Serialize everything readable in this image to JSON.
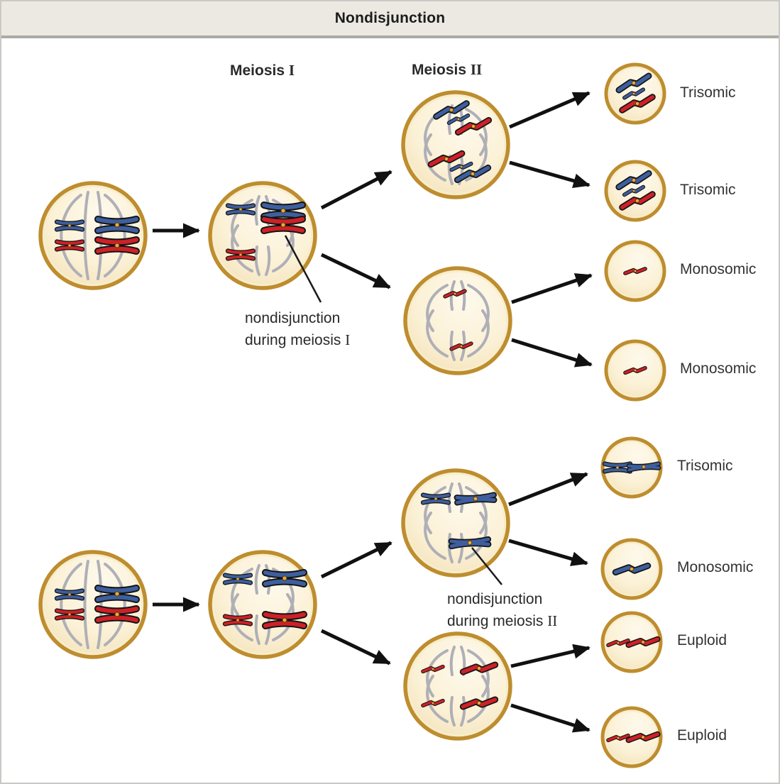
{
  "title": "Nondisjunction",
  "column_headers": {
    "meiosis1": {
      "word": "Meiosis",
      "numeral": "I"
    },
    "meiosis2": {
      "word": "Meiosis",
      "numeral": "II"
    }
  },
  "annotations": {
    "note1": {
      "line1": "nondisjunction",
      "line2": "during meiosis",
      "numeral": "I"
    },
    "note2": {
      "line1": "nondisjunction",
      "line2": "during meiosis",
      "numeral": "II"
    }
  },
  "panels": {
    "top": {
      "outcomes": [
        "Trisomic",
        "Trisomic",
        "Monosomic",
        "Monosomic"
      ]
    },
    "bottom": {
      "outcomes": [
        "Trisomic",
        "Monosomic",
        "Euploid",
        "Euploid"
      ]
    }
  },
  "colors": {
    "chromosome_blue": "#3E5F9E",
    "chromosome_red": "#CE2127",
    "centromere": "#EBAD3E",
    "cell_border": "#BE8D2E",
    "cell_fill": "#FBF1D6",
    "spindle": "#AFAFB7",
    "arrow": "#111111",
    "titlebar_bg": "#ECE9E3",
    "titlebar_border": "#A9ACA4",
    "text": "#252525"
  }
}
